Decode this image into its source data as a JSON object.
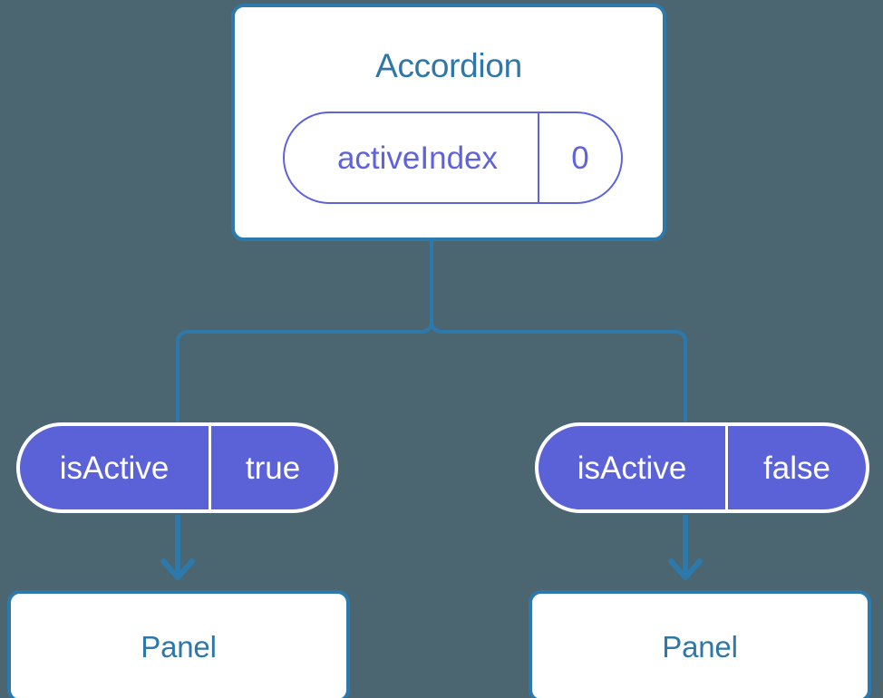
{
  "diagram": {
    "background_color": "#4b6671",
    "connector_color": "#2d79ac",
    "component_border_color": "#2d79ac",
    "component_title_color": "#2e77a8",
    "prop_outline_color": "#5f63db",
    "prop_fill_color": "#5b61d6",
    "prop_text_color": "#ffffff"
  },
  "parent": {
    "title": "Accordion",
    "state": {
      "key": "activeIndex",
      "value": "0"
    }
  },
  "branches": [
    {
      "prop": {
        "key": "isActive",
        "value": "true"
      },
      "child": {
        "title": "Panel"
      }
    },
    {
      "prop": {
        "key": "isActive",
        "value": "false"
      },
      "child": {
        "title": "Panel"
      }
    }
  ]
}
